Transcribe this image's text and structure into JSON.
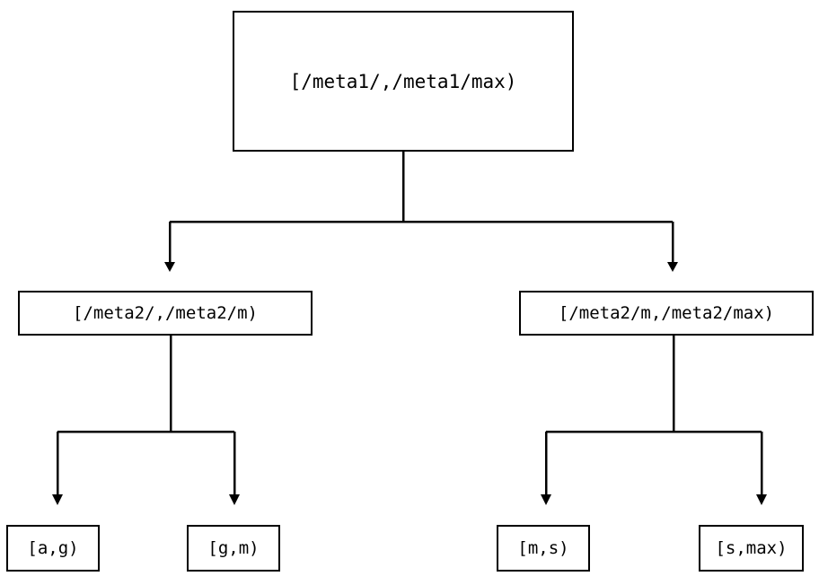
{
  "diagram": {
    "type": "tree",
    "orientation": "top-down",
    "background_color": "#ffffff",
    "line_color": "#000000",
    "text_color": "#000000",
    "nodes": {
      "root": {
        "label": "[/meta1/,/meta1/max)"
      },
      "mid": [
        {
          "label": "[/meta2/,/meta2/m)"
        },
        {
          "label": "[/meta2/m,/meta2/max)"
        }
      ],
      "leaves": [
        {
          "label": "[a,g)"
        },
        {
          "label": "[g,m)"
        },
        {
          "label": "[m,s)"
        },
        {
          "label": "[s,max)"
        }
      ]
    },
    "edges": [
      {
        "from": "root",
        "to": "mid-left",
        "arrow": "down-triangle"
      },
      {
        "from": "root",
        "to": "mid-right",
        "arrow": "down-triangle"
      },
      {
        "from": "mid-left",
        "to": "leaf-a-g",
        "arrow": "down-triangle"
      },
      {
        "from": "mid-left",
        "to": "leaf-g-m",
        "arrow": "down-triangle"
      },
      {
        "from": "mid-right",
        "to": "leaf-m-s",
        "arrow": "down-triangle"
      },
      {
        "from": "mid-right",
        "to": "leaf-s-max",
        "arrow": "down-triangle"
      }
    ]
  }
}
